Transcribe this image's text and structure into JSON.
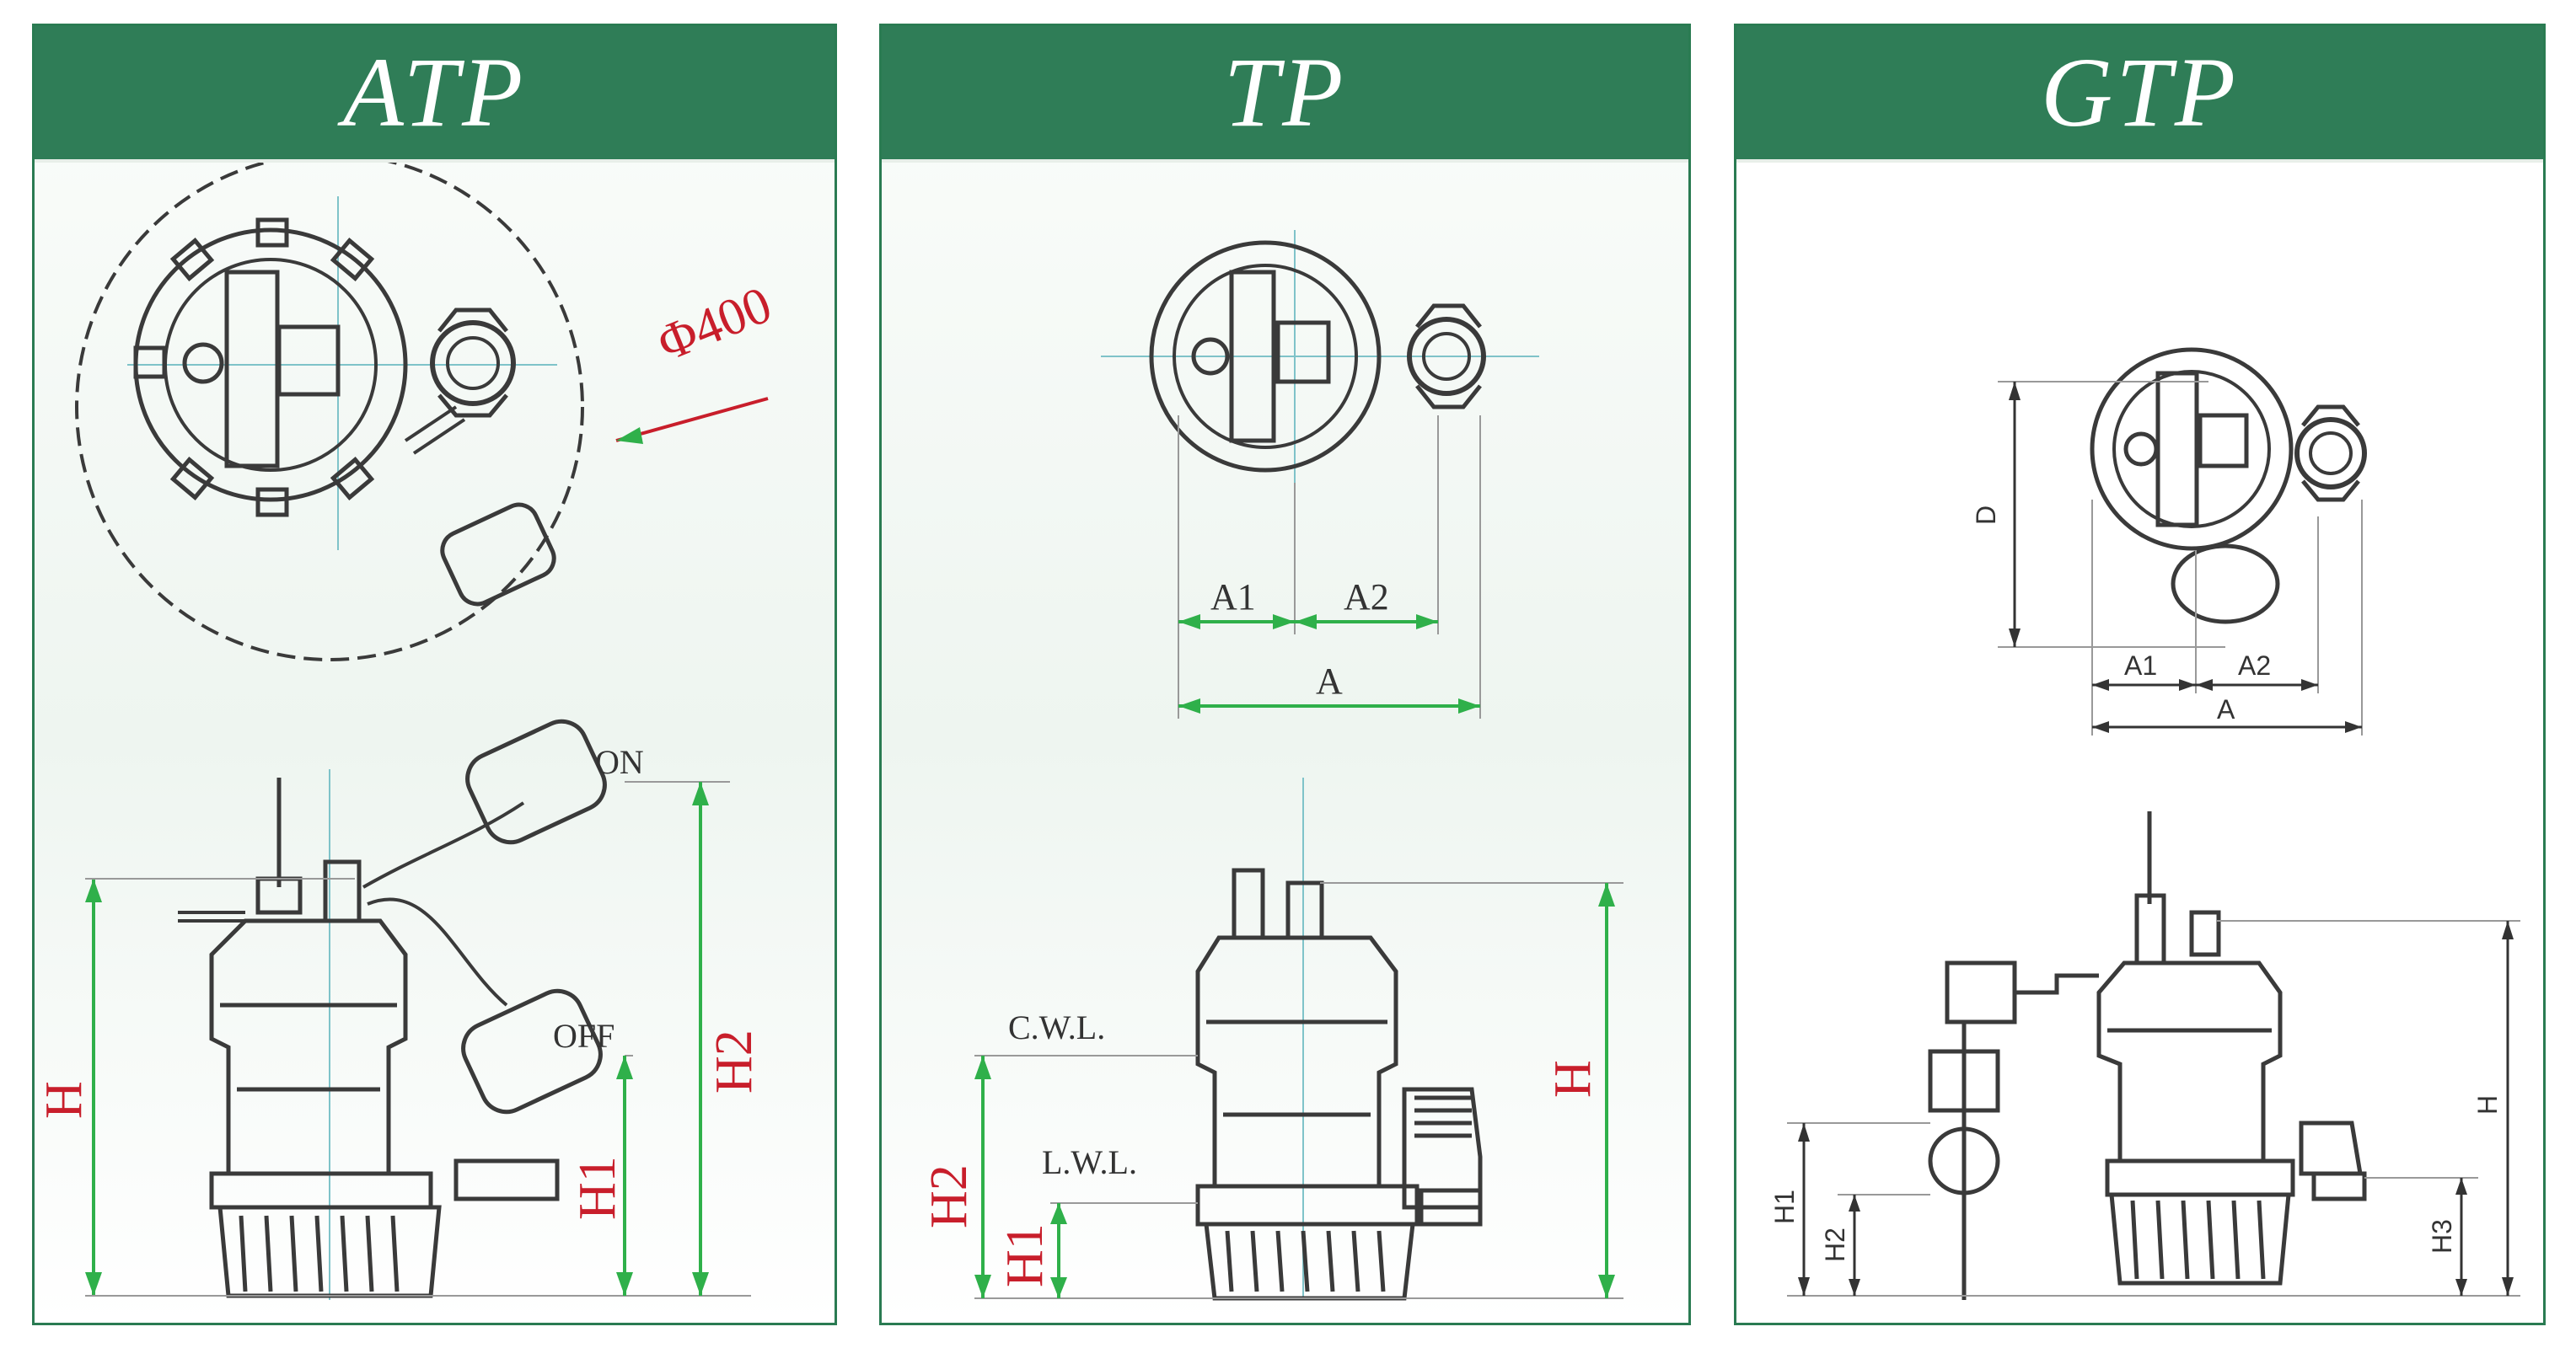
{
  "panels": [
    {
      "title": "ATP",
      "labels": {
        "diameter": "Φ400",
        "on": "ON",
        "off": "OFF",
        "h": "H",
        "h1": "H1",
        "h2": "H2"
      }
    },
    {
      "title": "TP",
      "labels": {
        "a1": "A1",
        "a2": "A2",
        "a": "A",
        "cwl": "C.W.L.",
        "lwl": "L.W.L.",
        "h": "H",
        "h1": "H1",
        "h2": "H2"
      }
    },
    {
      "title": "GTP",
      "labels": {
        "d": "D",
        "a1": "A1",
        "a2": "A2",
        "a": "A",
        "h": "H",
        "h1": "H1",
        "h2": "H2",
        "h3": "H3"
      }
    }
  ],
  "colors": {
    "header": "#2f7d57",
    "border": "#2a7b52",
    "dimension_red": "#c81e2b",
    "arrow_green": "#2fb04a",
    "drawing_line": "#3a3a3a"
  }
}
